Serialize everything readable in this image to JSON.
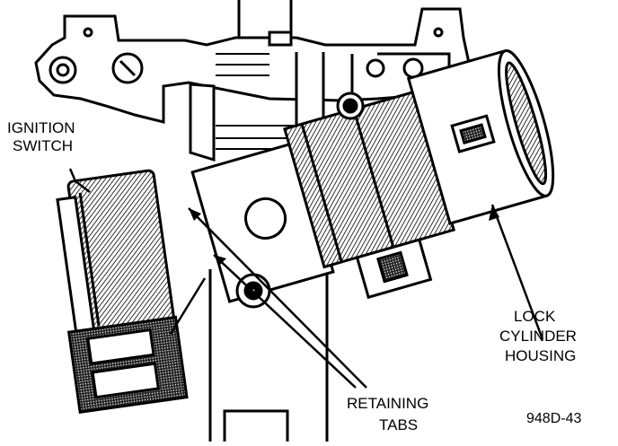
{
  "labels": {
    "ignition_switch": [
      "IGNITION",
      "SWITCH"
    ],
    "lock_cylinder_housing": [
      "LOCK",
      "CYLINDER",
      "HOUSING"
    ],
    "retaining_tabs": [
      "RETAINING",
      "TABS"
    ]
  },
  "figure_code": "948D-43"
}
